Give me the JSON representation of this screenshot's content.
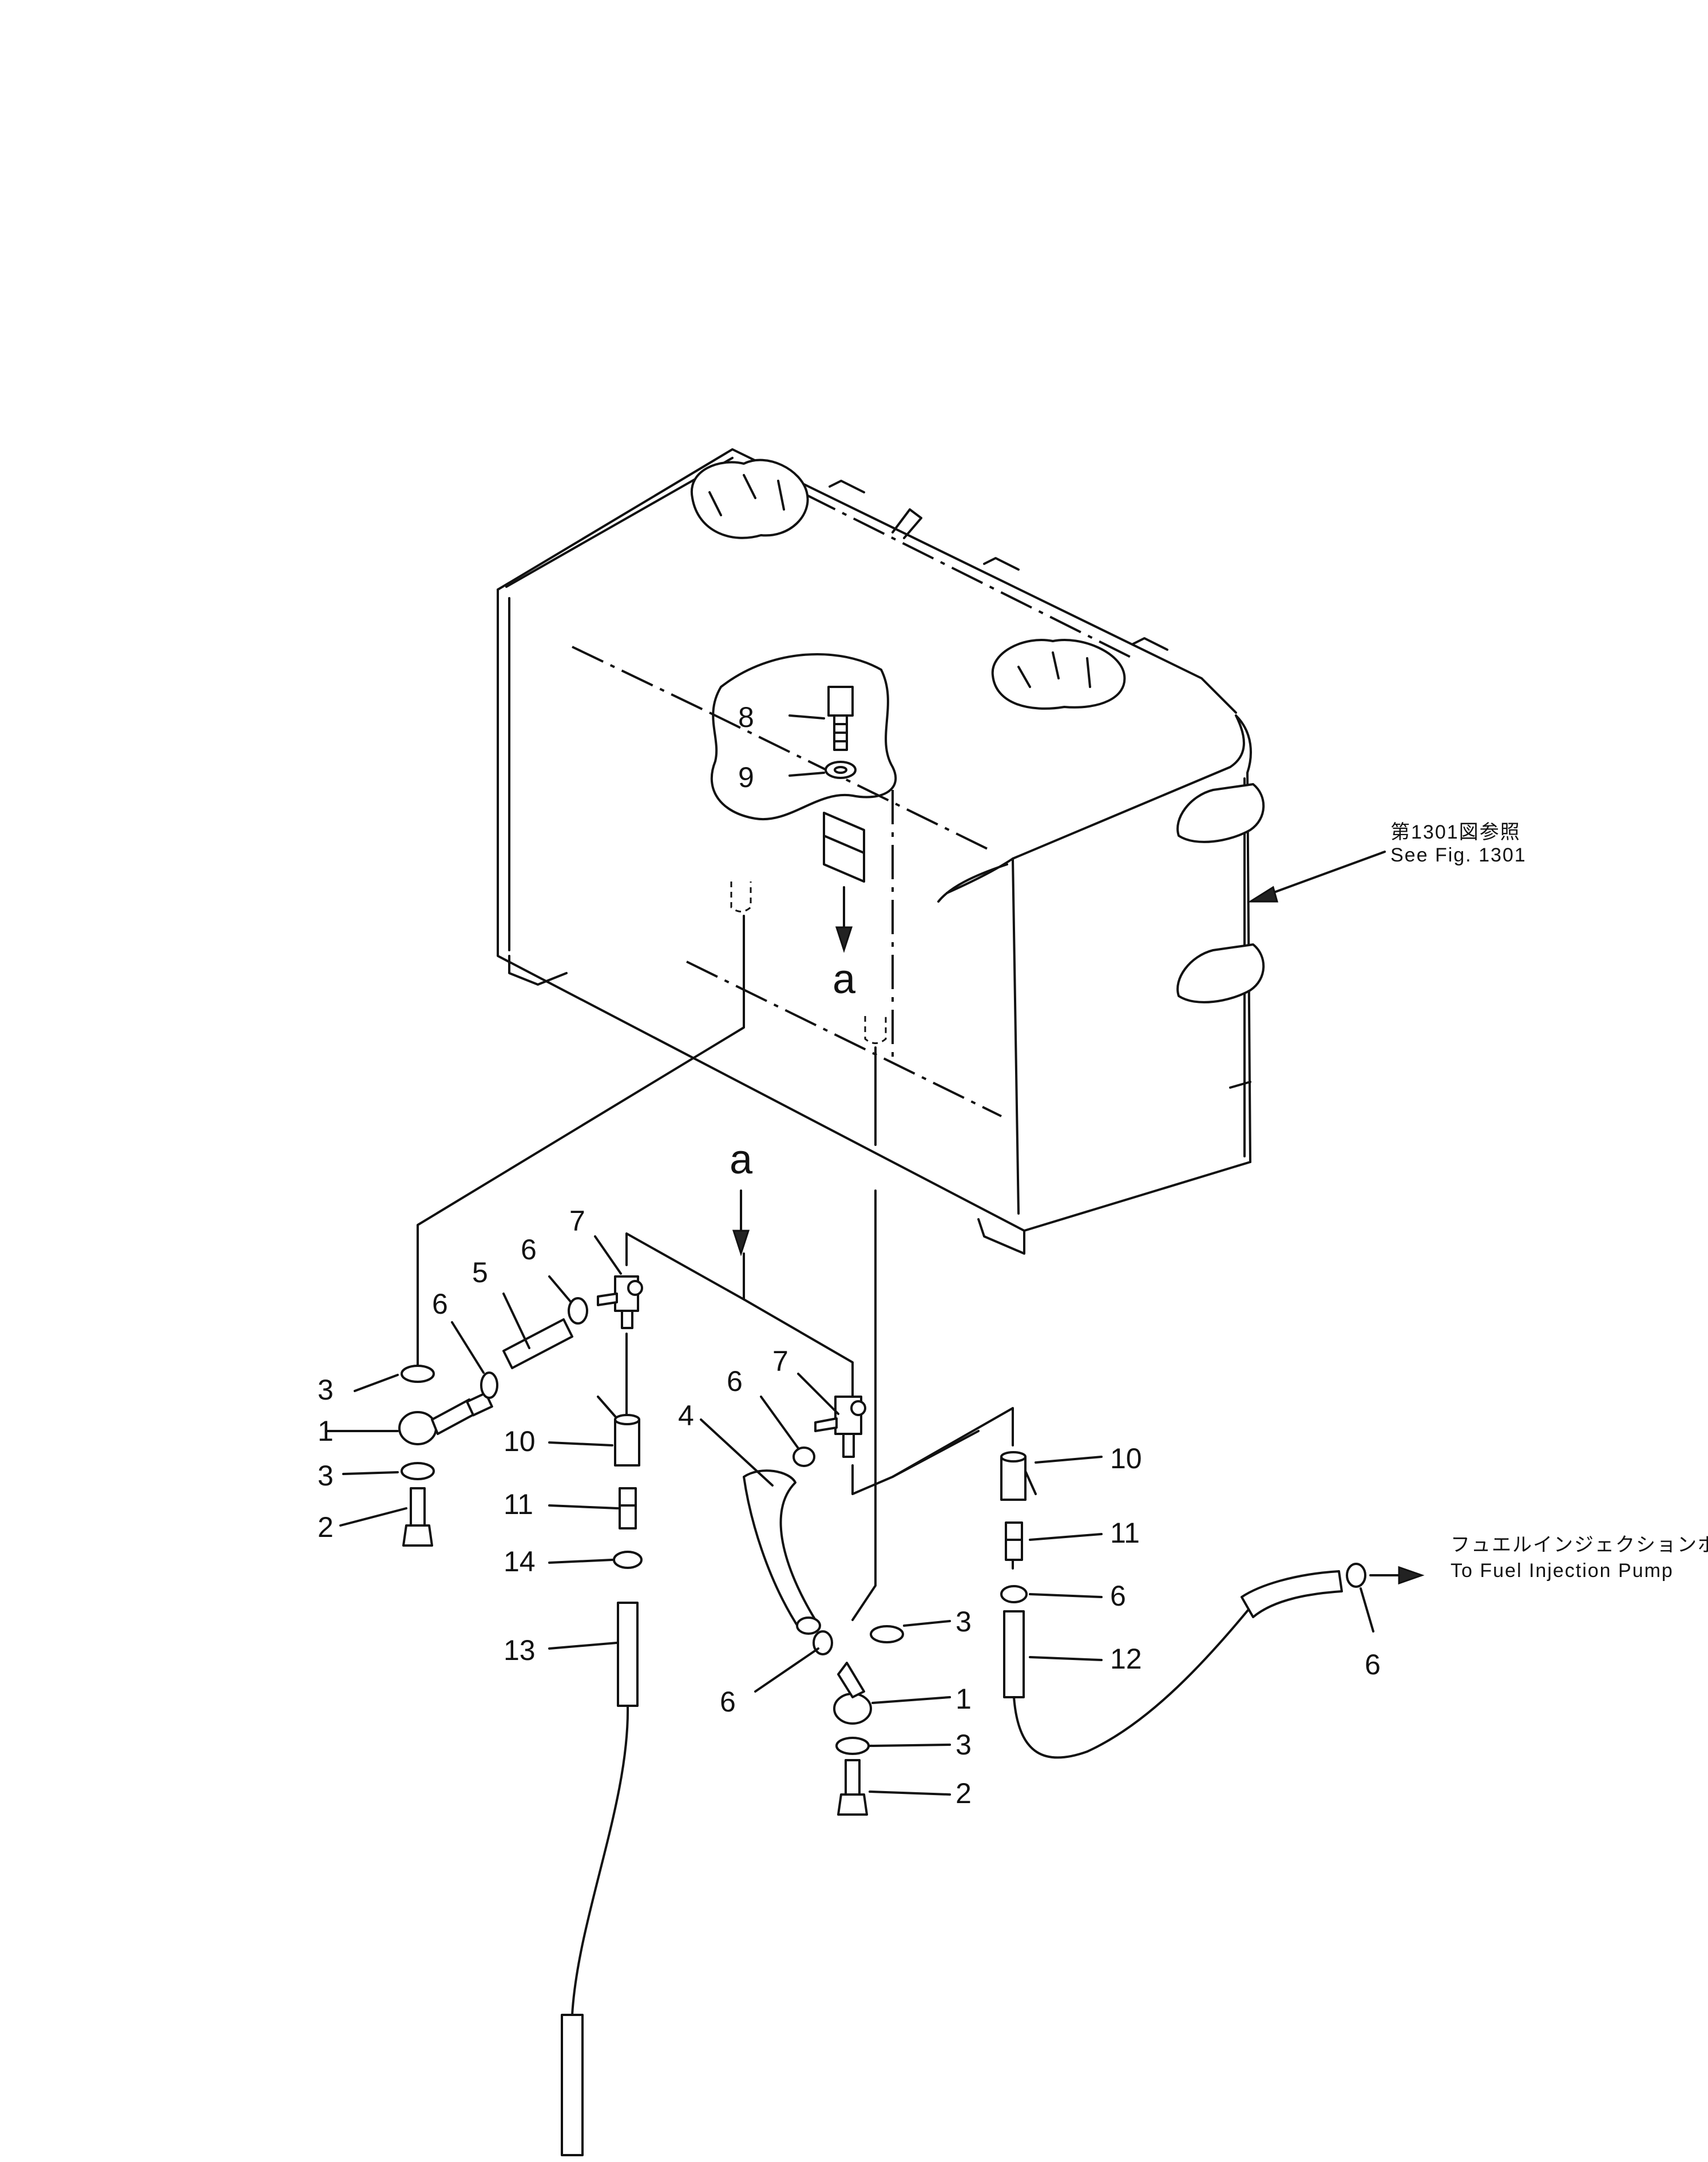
{
  "labels": {
    "n1": "1",
    "n2": "2",
    "n3": "3",
    "n4": "4",
    "n5": "5",
    "n6": "6",
    "n7": "7",
    "n8": "8",
    "n9": "9",
    "n10": "10",
    "n11": "11",
    "n12": "12",
    "n13": "13",
    "n14": "14",
    "view": "a"
  },
  "notes": {
    "see_fig_jp": "第1301図参照",
    "see_fig_en": "See Fig. 1301",
    "pump_jp": "フュエルインジェクションポンプへ",
    "pump_en": "To Fuel Injection Pump"
  }
}
